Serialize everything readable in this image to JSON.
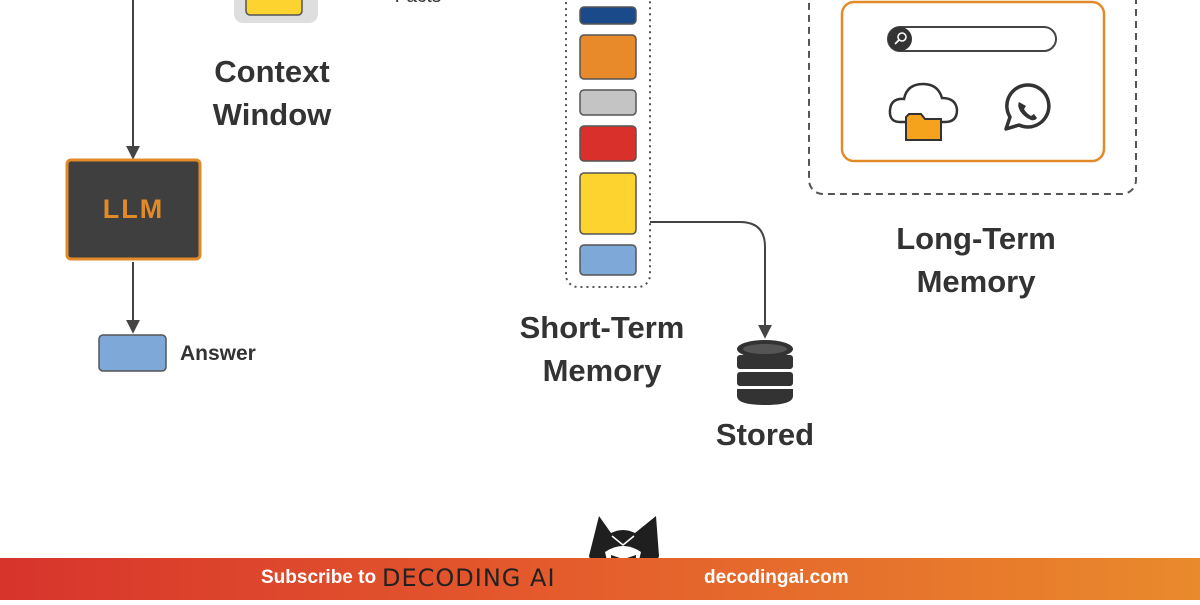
{
  "nodes": {
    "context_window": "Context\nWindow",
    "facts": "Facts",
    "llm": "LLM",
    "answer": "Answer",
    "short_term": "Short-Term\nMemory",
    "stored": "Stored",
    "long_term": "Long-Term\nMemory"
  },
  "footer": {
    "subscribe": "Subscribe to",
    "brand": "DECODING AI",
    "url": "decodingai.com"
  },
  "short_term_blocks": [
    "#1a4a8a",
    "#e8892a",
    "#c4c4c4",
    "#d9302c",
    "#fcd32f",
    "#7ea8d8"
  ],
  "colors": {
    "accent": "#e28a28",
    "llm_fill": "#3f3f3f",
    "answer_fill": "#7ea8d8"
  },
  "icons": [
    "search-icon",
    "cloud-folder-icon",
    "whatsapp-icon",
    "database-icon",
    "cat-logo-icon"
  ]
}
